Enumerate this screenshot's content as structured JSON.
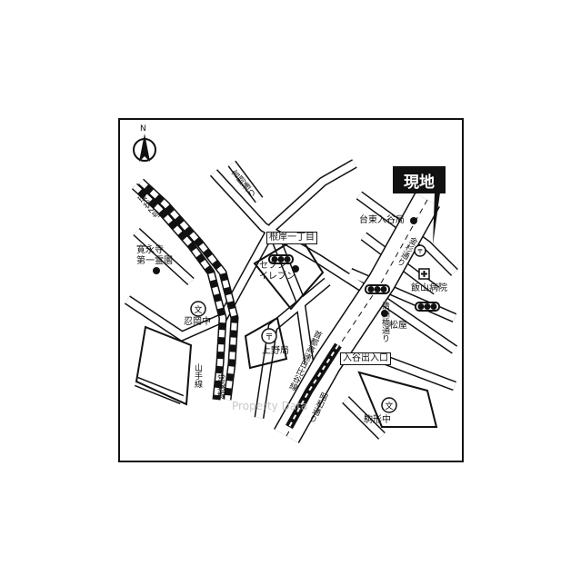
{
  "map": {
    "north": "N",
    "current_location": "現地",
    "places": {
      "kaneiji": "寛永寺\n第一霊園",
      "negishi": "根岸一丁目",
      "seven_eleven": "セブン\nイレブン",
      "ueno_post": "上野局",
      "shinobugaoka_school": "忍岡中",
      "daito_iriya": "台東入谷局",
      "iiyama_hospital": "飯山病院",
      "matsuya": "松屋",
      "komagata_school": "駒形中",
      "iriya_exit": "入谷出入口"
    },
    "roads": {
      "ring": "環状2号",
      "kototoi": "言問通り",
      "kiyosu": "清洲橋通り",
      "shuto": "首都高速日比谷線",
      "showa": "昭和通り",
      "kanpachi": "金杉通り"
    },
    "rail": {
      "yamanote": "山手線",
      "joban": "常磐線"
    },
    "watermark": "Property Data"
  }
}
